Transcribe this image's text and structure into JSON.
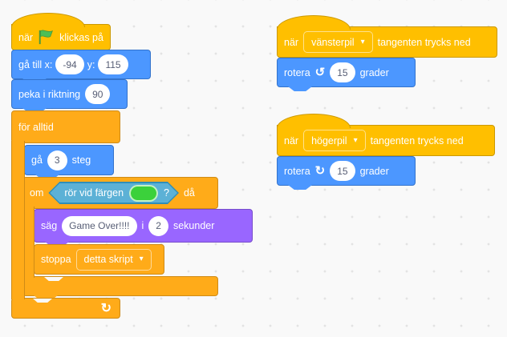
{
  "workspace": {
    "background": "#F9F9F9",
    "dot_color": "#E3E3E3"
  },
  "colors": {
    "motion": "#4C97FF",
    "motion_border": "#3373CC",
    "looks": "#9966FF",
    "looks_border": "#774DCB",
    "control": "#FFAB19",
    "control_border": "#CF8B17",
    "events": "#FFBF00",
    "events_border": "#CC9900",
    "sensing": "#5CB1D6",
    "sensing_border": "#2E8EB8",
    "input_text": "#575E75",
    "color_swatch": "#3BD13B",
    "flag_green": "#4CBF56"
  },
  "icons": {
    "dropdown": "▾",
    "turn_ccw": "↺",
    "turn_cw": "↻",
    "loop": "↻"
  },
  "scripts": {
    "main": {
      "when_flag": {
        "pre": "när",
        "post": "klickas på"
      },
      "goto_xy": {
        "pre": "gå till x:",
        "x": "-94",
        "mid": "y:",
        "y": "115"
      },
      "point_dir": {
        "pre": "peka i riktning",
        "value": "90"
      },
      "forever": {
        "label": "för alltid"
      },
      "move": {
        "pre": "gå",
        "value": "3",
        "post": "steg"
      },
      "if": {
        "pre": "om",
        "post": "då"
      },
      "touching_color": {
        "label": "rör vid färgen",
        "suffix": "?"
      },
      "say": {
        "pre": "säg",
        "message": "Game Over!!!!",
        "mid": "i",
        "seconds": "2",
        "post": "sekunder"
      },
      "stop": {
        "pre": "stoppa",
        "option": "detta skript"
      }
    },
    "left_key": {
      "hat": {
        "pre": "när",
        "key": "vänsterpil",
        "post": "tangenten trycks ned"
      },
      "turn": {
        "pre": "rotera",
        "value": "15",
        "post": "grader"
      }
    },
    "right_key": {
      "hat": {
        "pre": "när",
        "key": "högerpil",
        "post": "tangenten trycks ned"
      },
      "turn": {
        "pre": "rotera",
        "value": "15",
        "post": "grader"
      }
    }
  }
}
